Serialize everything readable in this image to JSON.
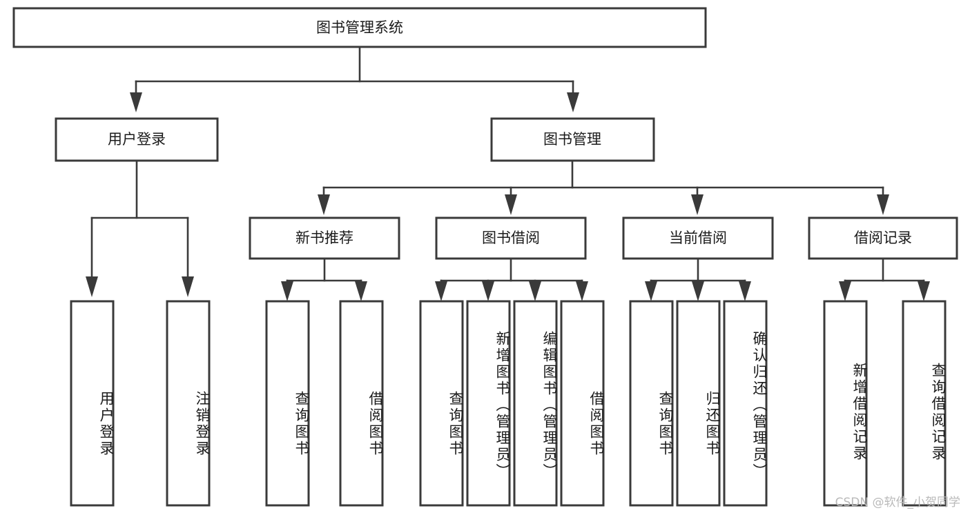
{
  "diagram": {
    "title": "图书管理系统",
    "type": "tree-hierarchy-diagram",
    "colors": {
      "box_stroke": "#3a3a3a",
      "box_fill": "#ffffff",
      "text": "#1a1a1a",
      "background": "#ffffff",
      "watermark": "#b9b9b9"
    },
    "root": {
      "label": "图书管理系统"
    },
    "level2": [
      {
        "label": "用户登录"
      },
      {
        "label": "图书管理"
      }
    ],
    "level3": [
      {
        "label": "新书推荐"
      },
      {
        "label": "图书借阅"
      },
      {
        "label": "当前借阅"
      },
      {
        "label": "借阅记录"
      }
    ],
    "leaves": {
      "user_login": [
        {
          "label": "用户登录"
        },
        {
          "label": "注销登录"
        }
      ],
      "new_book_recommend": [
        {
          "label": "查询图书"
        },
        {
          "label": "借阅图书"
        }
      ],
      "book_borrow": [
        {
          "label": "查询图书"
        },
        {
          "label": "新增图书（管理员）"
        },
        {
          "label": "编辑图书（管理员）"
        },
        {
          "label": "借阅图书"
        }
      ],
      "current_borrow": [
        {
          "label": "查询图书"
        },
        {
          "label": "归还图书"
        },
        {
          "label": "确认归还（管理员）"
        }
      ],
      "borrow_record": [
        {
          "label": "新增借阅记录"
        },
        {
          "label": "查询借阅记录"
        }
      ]
    }
  },
  "watermark": {
    "text": "CSDN @软件_小贺同学"
  }
}
